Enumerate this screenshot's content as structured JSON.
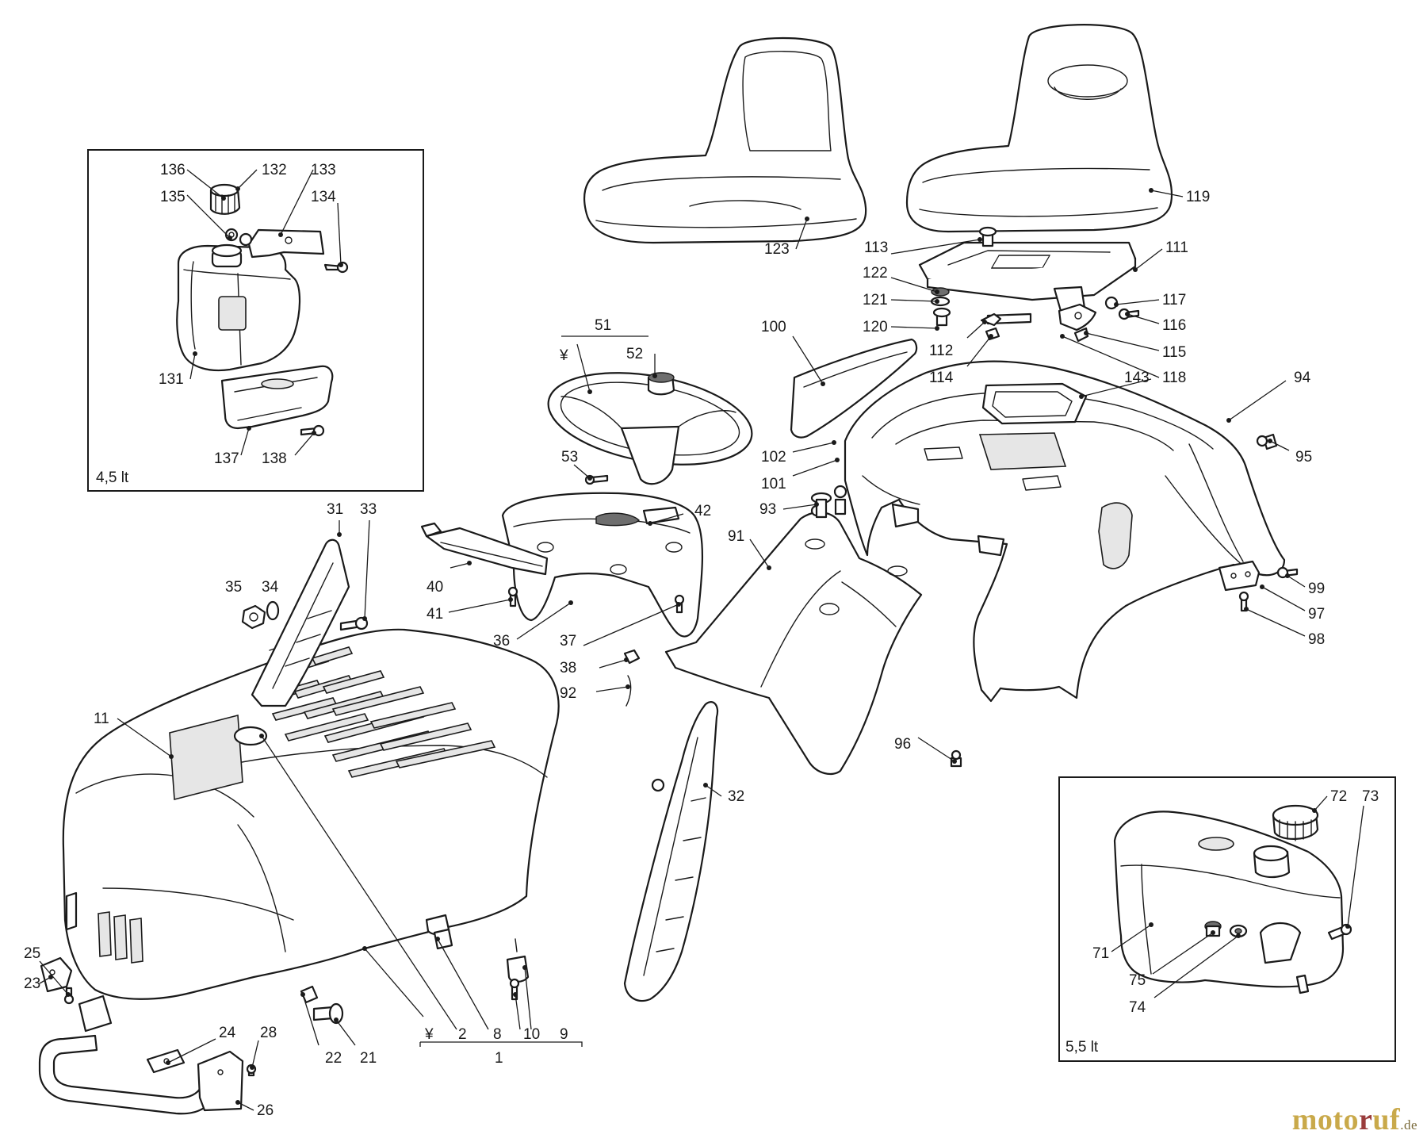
{
  "diagram": {
    "inset_left_capacity": "4,5 lt",
    "inset_right_capacity": "5,5 lt",
    "labels": [
      {
        "id": "136",
        "t": "136"
      },
      {
        "id": "132",
        "t": "132"
      },
      {
        "id": "133",
        "t": "133"
      },
      {
        "id": "135",
        "t": "135"
      },
      {
        "id": "134",
        "t": "134"
      },
      {
        "id": "131",
        "t": "131"
      },
      {
        "id": "137",
        "t": "137"
      },
      {
        "id": "138",
        "t": "138"
      },
      {
        "id": "123",
        "t": "123"
      },
      {
        "id": "119",
        "t": "119"
      },
      {
        "id": "113",
        "t": "113"
      },
      {
        "id": "111",
        "t": "111"
      },
      {
        "id": "122",
        "t": "122"
      },
      {
        "id": "121",
        "t": "121"
      },
      {
        "id": "120",
        "t": "120"
      },
      {
        "id": "112",
        "t": "112"
      },
      {
        "id": "117",
        "t": "117"
      },
      {
        "id": "116",
        "t": "116"
      },
      {
        "id": "115",
        "t": "115"
      },
      {
        "id": "114",
        "t": "114"
      },
      {
        "id": "118",
        "t": "118"
      },
      {
        "id": "143",
        "t": "143"
      },
      {
        "id": "94",
        "t": "94"
      },
      {
        "id": "100",
        "t": "100"
      },
      {
        "id": "51",
        "t": "51"
      },
      {
        "id": "51y",
        "t": "¥"
      },
      {
        "id": "52",
        "t": "52"
      },
      {
        "id": "53",
        "t": "53"
      },
      {
        "id": "102",
        "t": "102"
      },
      {
        "id": "101",
        "t": "101"
      },
      {
        "id": "95",
        "t": "95"
      },
      {
        "id": "93",
        "t": "93"
      },
      {
        "id": "42",
        "t": "42"
      },
      {
        "id": "91",
        "t": "91"
      },
      {
        "id": "31",
        "t": "31"
      },
      {
        "id": "33",
        "t": "33"
      },
      {
        "id": "35",
        "t": "35"
      },
      {
        "id": "34",
        "t": "34"
      },
      {
        "id": "40",
        "t": "40"
      },
      {
        "id": "41",
        "t": "41"
      },
      {
        "id": "36",
        "t": "36"
      },
      {
        "id": "37",
        "t": "37"
      },
      {
        "id": "38",
        "t": "38"
      },
      {
        "id": "92",
        "t": "92"
      },
      {
        "id": "99",
        "t": "99"
      },
      {
        "id": "97",
        "t": "97"
      },
      {
        "id": "98",
        "t": "98"
      },
      {
        "id": "11",
        "t": "11"
      },
      {
        "id": "96",
        "t": "96"
      },
      {
        "id": "32",
        "t": "32"
      },
      {
        "id": "72",
        "t": "72"
      },
      {
        "id": "73",
        "t": "73"
      },
      {
        "id": "71",
        "t": "71"
      },
      {
        "id": "75",
        "t": "75"
      },
      {
        "id": "74",
        "t": "74"
      },
      {
        "id": "25",
        "t": "25"
      },
      {
        "id": "23",
        "t": "23"
      },
      {
        "id": "2y",
        "t": "¥"
      },
      {
        "id": "2",
        "t": "2"
      },
      {
        "id": "8",
        "t": "8"
      },
      {
        "id": "10",
        "t": "10"
      },
      {
        "id": "9",
        "t": "9"
      },
      {
        "id": "22",
        "t": "22"
      },
      {
        "id": "21",
        "t": "21"
      },
      {
        "id": "1",
        "t": "1"
      },
      {
        "id": "24",
        "t": "24"
      },
      {
        "id": "28",
        "t": "28"
      },
      {
        "id": "26",
        "t": "26"
      }
    ]
  },
  "watermark": {
    "part1": "moto",
    "part2": "r",
    "part3": "uf",
    "suffix": ".de"
  }
}
